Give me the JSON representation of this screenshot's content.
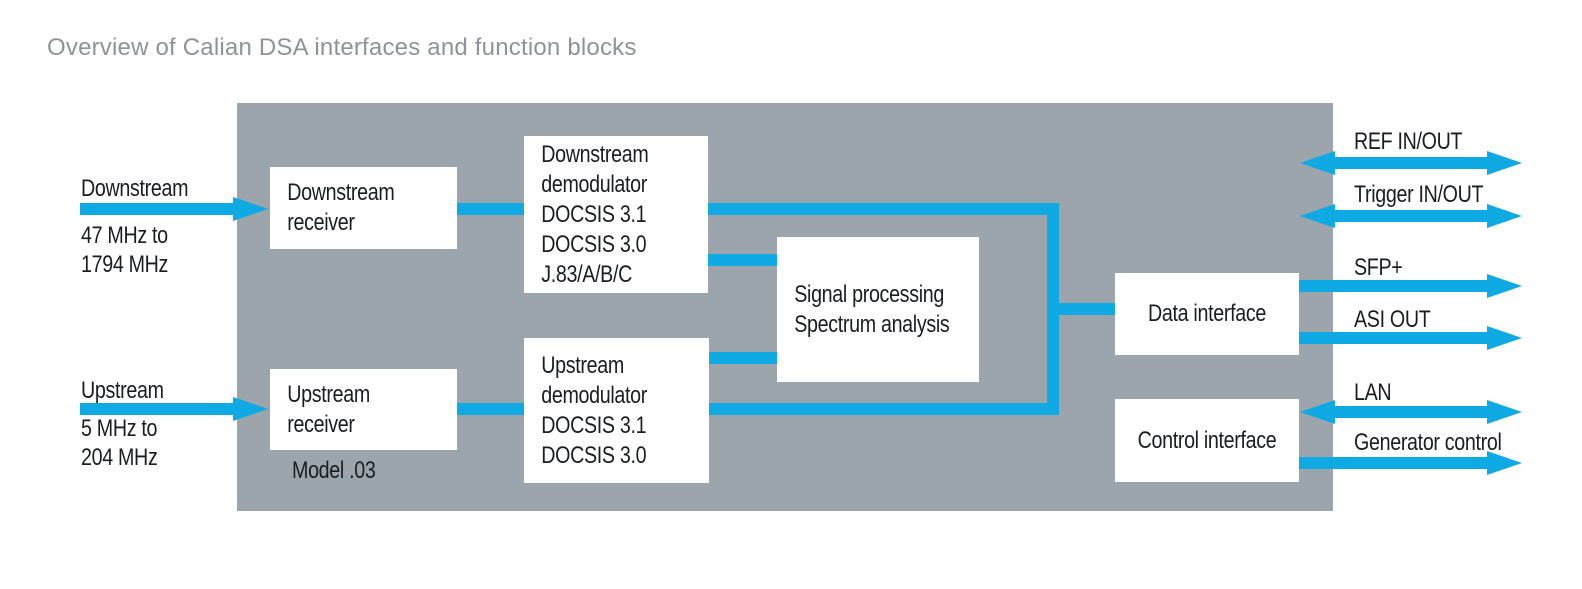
{
  "title": "Overview of Calian DSA interfaces and function blocks",
  "colors": {
    "accent_cyan": "#0FA9E3",
    "panel_gray": "#9CA5AC",
    "title_gray": "#8F9396",
    "text_black": "#1B1E20",
    "box_white": "#FFFFFF"
  },
  "inputs": {
    "downstream": {
      "label": "Downstream",
      "range_line1": "47 MHz to",
      "range_line2": "1794 MHz"
    },
    "upstream": {
      "label": "Upstream",
      "range_line1": "5 MHz to",
      "range_line2": "204 MHz"
    }
  },
  "blocks": {
    "downstream_receiver": {
      "lines": [
        "Downstream",
        "receiver"
      ]
    },
    "downstream_demodulator": {
      "lines": [
        "Downstream",
        "demodulator",
        "DOCSIS 3.1",
        "DOCSIS 3.0",
        "J.83/A/B/C"
      ]
    },
    "upstream_receiver": {
      "lines": [
        "Upstream",
        "receiver"
      ],
      "note": "Model .03"
    },
    "upstream_demodulator": {
      "lines": [
        "Upstream",
        "demodulator",
        "DOCSIS 3.1",
        "DOCSIS 3.0"
      ]
    },
    "signal_processing": {
      "lines": [
        "Signal processing",
        "Spectrum analysis"
      ]
    },
    "data_interface": {
      "label": "Data interface"
    },
    "control_interface": {
      "label": "Control interface"
    }
  },
  "ports": {
    "ref": {
      "label": "REF IN/OUT",
      "direction": "bidirectional"
    },
    "trigger": {
      "label": "Trigger IN/OUT",
      "direction": "bidirectional"
    },
    "sfp": {
      "label": "SFP+",
      "direction": "out"
    },
    "asi": {
      "label": "ASI OUT",
      "direction": "out"
    },
    "lan": {
      "label": "LAN",
      "direction": "bidirectional"
    },
    "gen_ctrl": {
      "label": "Generator control",
      "direction": "out"
    }
  }
}
